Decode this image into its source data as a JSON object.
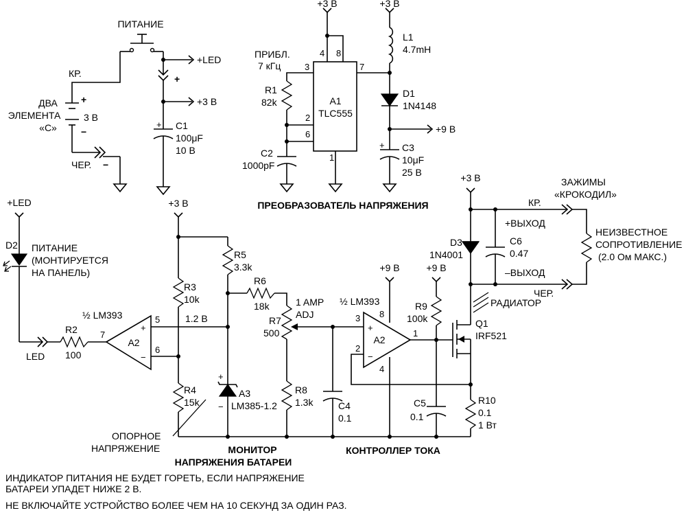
{
  "power_section": {
    "switch_label": "ПИТАНИЕ",
    "red_wire": "КР.",
    "black_wire": "ЧЕР.",
    "battery_line1": "ДВА",
    "battery_line2": "ЭЛЕМЕНТА",
    "battery_line3": "«C»",
    "battery_voltage": "3 В",
    "plus_sign": "+",
    "minus_sign": "−",
    "led_rail": "+LED",
    "v3_rail": "+3 В",
    "c1_name": "C1",
    "c1_value": "100μF",
    "c1_voltage": "10 В"
  },
  "converter": {
    "title": "ПРЕОБРАЗОВАТЕЛЬ НАПРЯЖЕНИЯ",
    "freq_line1": "ПРИБЛ.",
    "freq_line2": "7 кГц",
    "rail_a": "+3 В",
    "rail_b": "+3 В",
    "r1_name": "R1",
    "r1_value": "82k",
    "c2_name": "C2",
    "c2_value": "1000pF",
    "ic_name": "A1",
    "ic_part": "TLC555",
    "pin4": "4",
    "pin8": "8",
    "pin3": "3",
    "pin7": "7",
    "pin2": "2",
    "pin6": "6",
    "pin1": "1",
    "l1_name": "L1",
    "l1_value": "4.7mH",
    "d1_name": "D1",
    "d1_part": "1N4148",
    "out_rail": "+9 В",
    "c3_name": "C3",
    "c3_value": "10μF",
    "c3_voltage": "25 В"
  },
  "monitor": {
    "title_line1": "МОНИТОР",
    "title_line2": "НАПРЯЖЕНИЯ БАТАРЕИ",
    "led_rail": "+LED",
    "d2_name": "D2",
    "d2_desc1": "ПИТАНИЕ",
    "d2_desc2": "(МОНТИРУЕТСЯ",
    "d2_desc3": "НА ПАНЕЛЬ)",
    "led_net": "LED",
    "r2_name": "R2",
    "r2_value": "100",
    "a2_half": "½ LM393",
    "a2_name": "A2",
    "pin7": "7",
    "pin5": "5",
    "pin6": "6",
    "ref_volt": "1.2 В",
    "v3_rail": "+3 В",
    "r3_name": "R3",
    "r3_value": "10k",
    "r4_name": "R4",
    "r4_value": "15k",
    "r5_name": "R5",
    "r5_value": "3.3k",
    "r6_name": "R6",
    "r6_value": "18k",
    "a3_name": "A3",
    "a3_part": "LM385-1.2",
    "ref_line1": "ОПОРНОЕ",
    "ref_line2": "НАПРЯЖЕНИЕ"
  },
  "current": {
    "title": "КОНТРОЛЛЕР ТОКА",
    "r7_name": "R7",
    "r7_value": "500",
    "adj_line1": "1 AMP",
    "adj_line2": "ADJ",
    "r8_name": "R8",
    "r8_value": "1.3k",
    "c4_name": "C4",
    "c4_value": "0.1",
    "a2_half": "½ LM393",
    "a2_name": "A2",
    "rail_a": "+9 В",
    "rail_b": "+9 В",
    "pin3": "3",
    "pin8": "8",
    "pin1": "1",
    "pin2": "2",
    "pin4": "4",
    "r9_name": "R9",
    "r9_value": "100k",
    "c5_name": "C5",
    "c5_value": "0.1",
    "q1_name": "Q1",
    "q1_part": "IRF521",
    "heatsink": "РАДИАТОР",
    "r10_name": "R10",
    "r10_value": "0.1",
    "r10_power": "1 Вт",
    "v3_rail": "+3 В",
    "d3_name": "D3",
    "d3_part": "1N4001",
    "c6_name": "C6",
    "c6_value": "0.47",
    "out_pos": "+ВЫХОД",
    "out_neg": "–ВЫХОД",
    "clips_line1": "ЗАЖИМЫ",
    "clips_line2": "«КРОКОДИЛ»",
    "red": "КР.",
    "black": "ЧЕР.",
    "unknown_line1": "НЕИЗВЕСТНОЕ",
    "unknown_line2": "СОПРОТИВЛЕНИЕ",
    "unknown_line3": "(2.0 Ом МАКС.)"
  },
  "notes": [
    "ИНДИКАТОР ПИТАНИЯ НЕ БУДЕТ ГОРЕТЬ, ЕСЛИ НАПРЯЖЕНИЕ БАТАРЕИ УПАДЕТ НИЖЕ 2 В.",
    "НЕ ВКЛЮЧАЙТЕ УСТРОЙСТВО БОЛЕЕ ЧЕМ НА 10 СЕКУНД ЗА ОДИН РАЗ."
  ]
}
